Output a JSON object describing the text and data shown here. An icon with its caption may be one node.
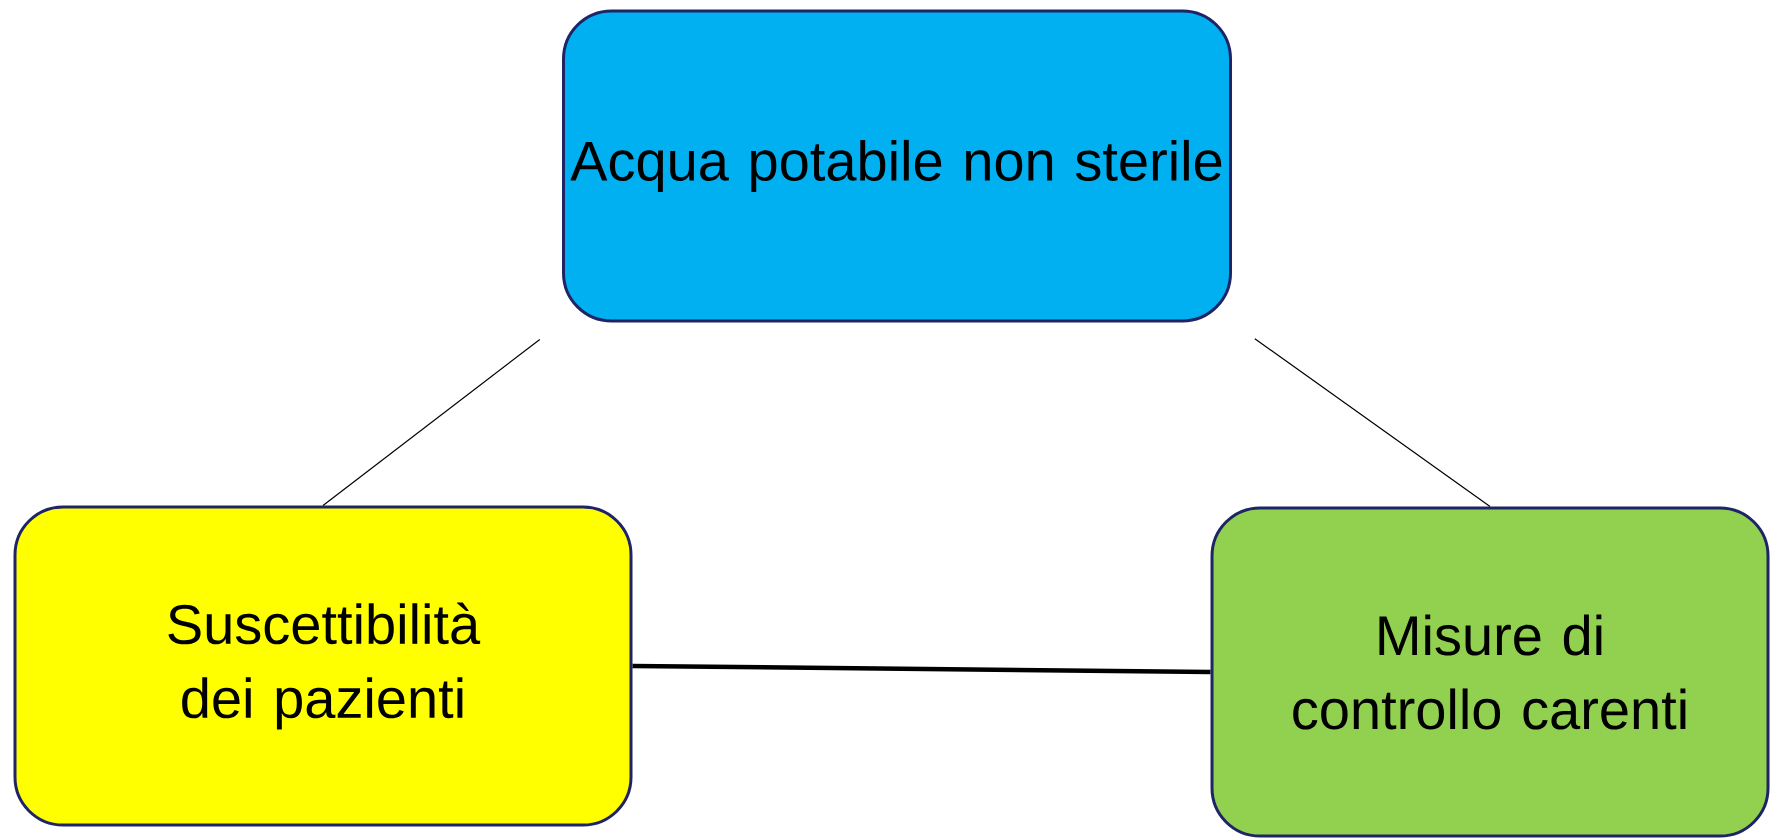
{
  "diagram": {
    "nodes": [
      {
        "text": [
          "Acqua potabile non sterile"
        ]
      },
      {
        "text": [
          "Suscettibilità dei pazienti"
        ]
      },
      {
        "text": [
          "Misure di controllo carenti"
        ]
      }
    ],
    "edges": [
      {
        "from": 1,
        "to": 0,
        "arrow": "none"
      },
      {
        "from": 2,
        "to": 0,
        "arrow": "none"
      },
      {
        "from": 1,
        "to": 2,
        "arrow": "none",
        "style": "thick"
      }
    ]
  }
}
